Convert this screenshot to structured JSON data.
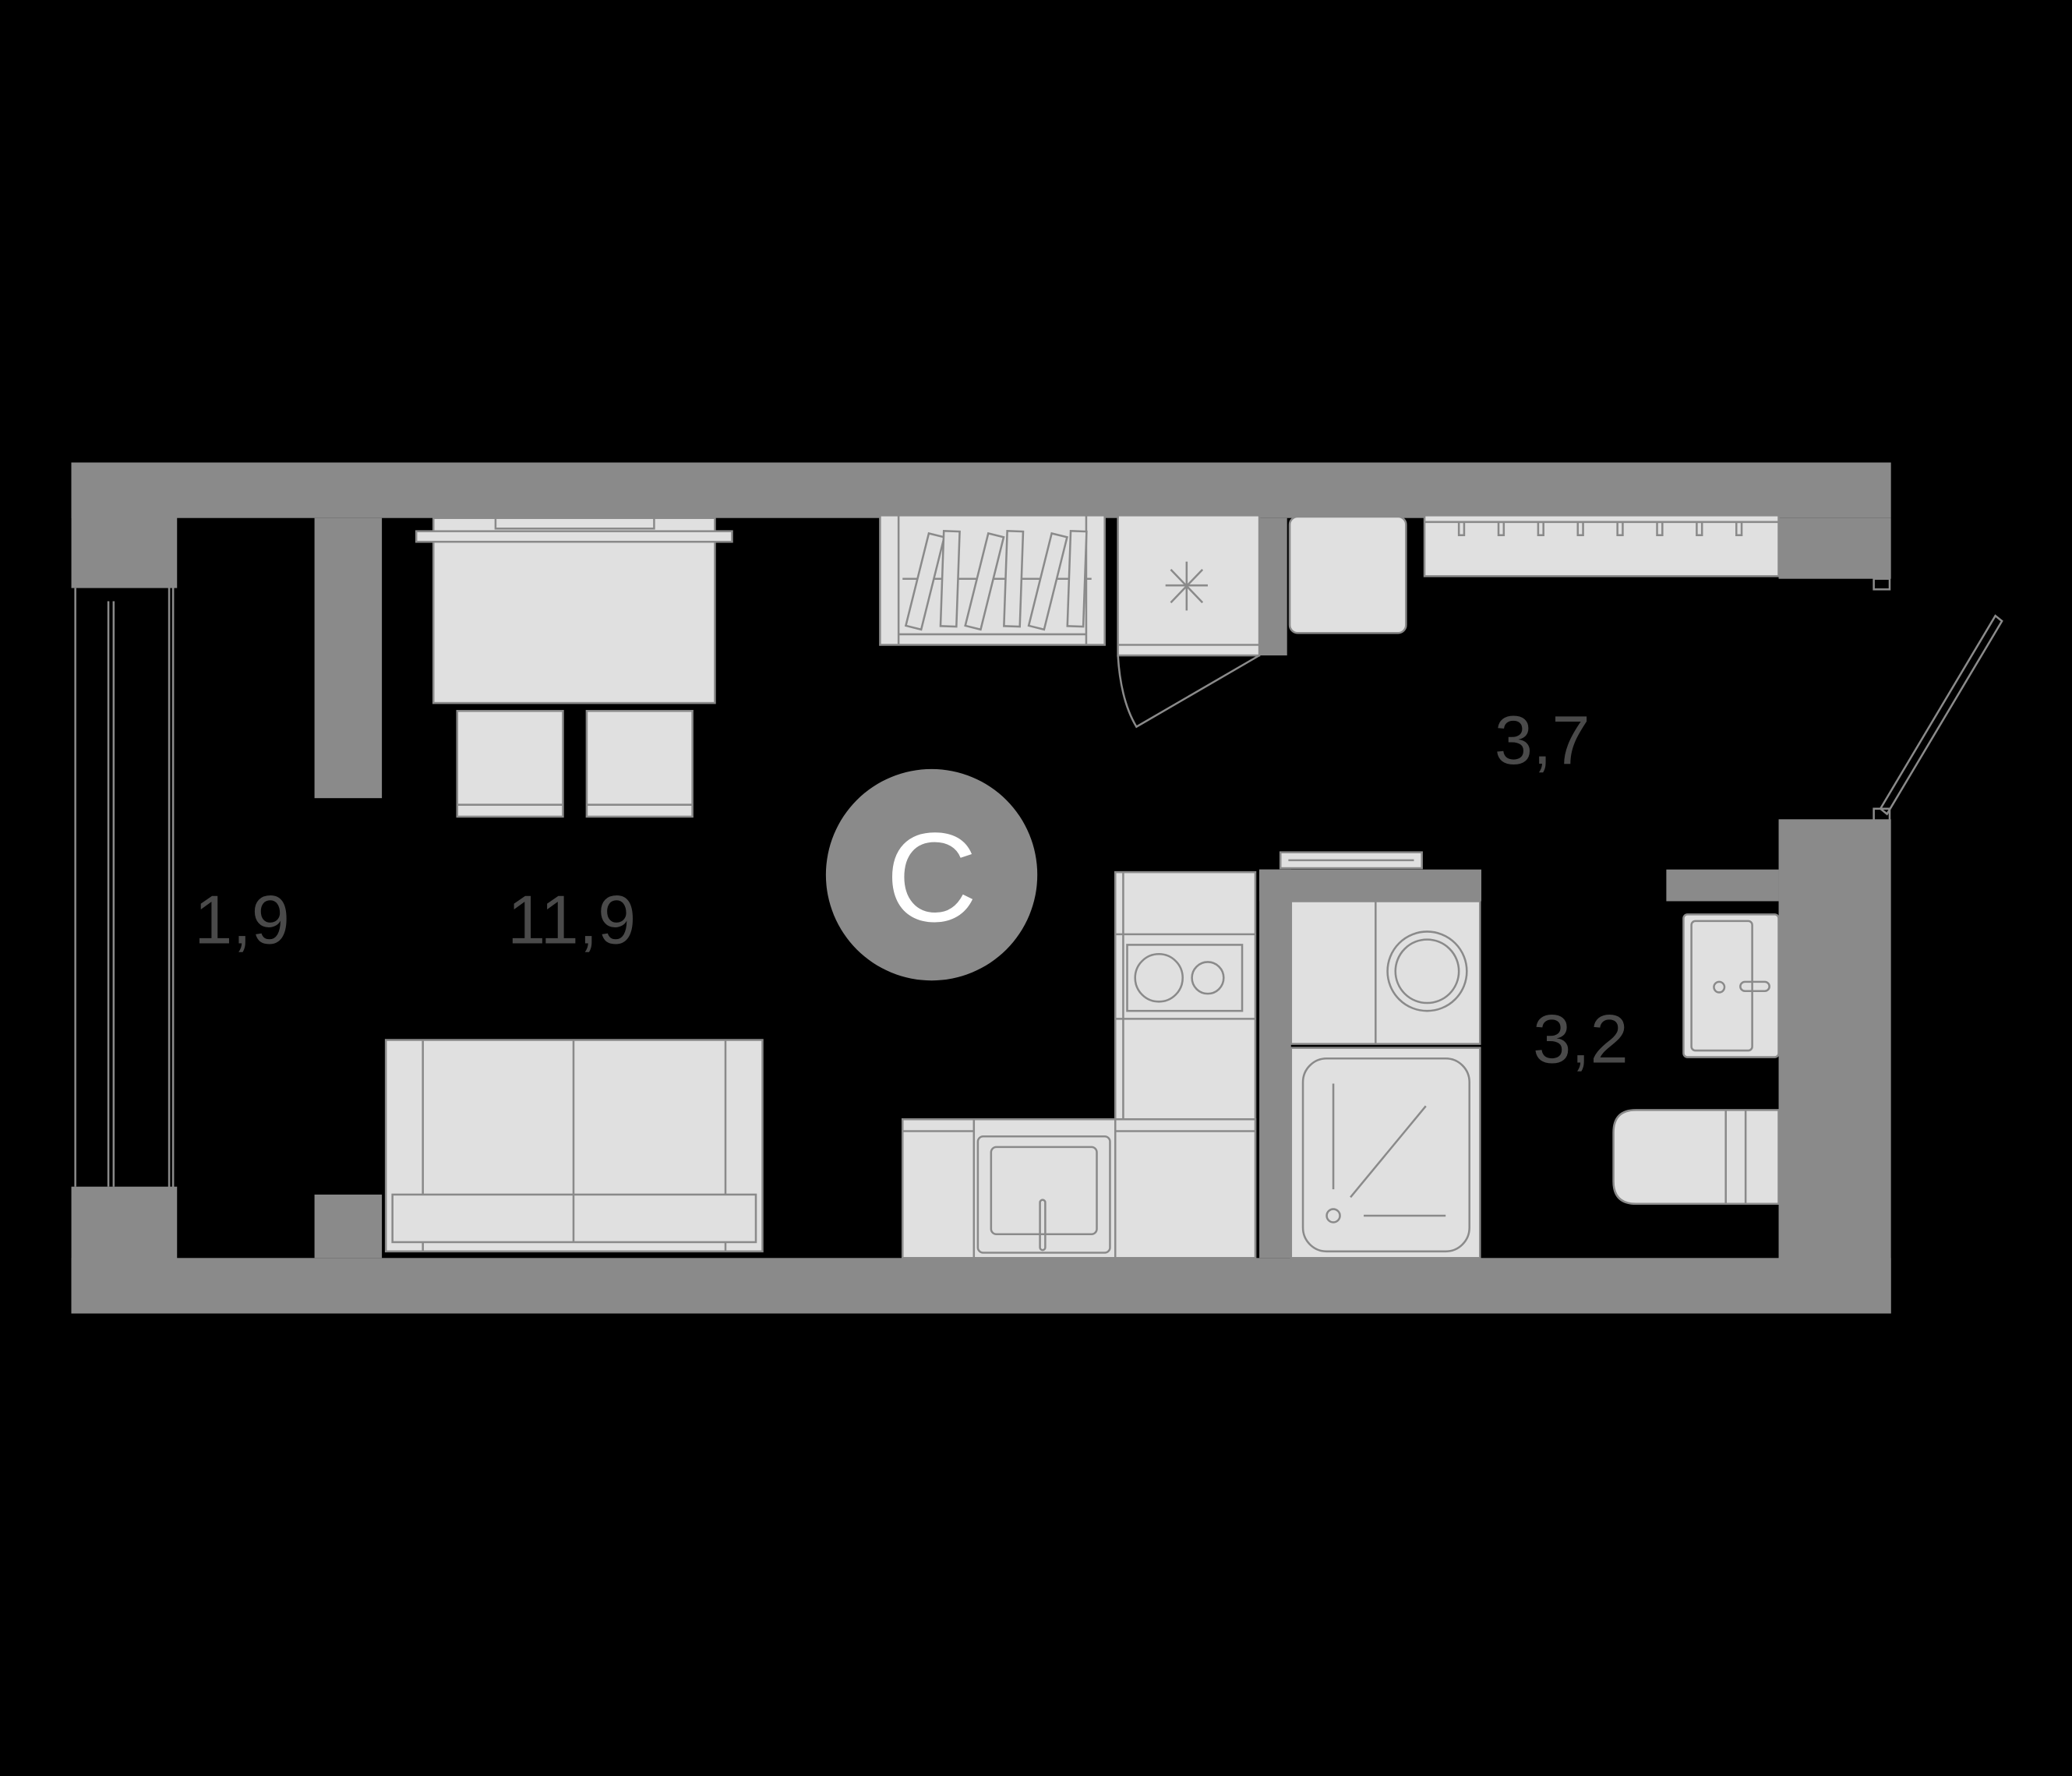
{
  "plan": {
    "type_badge": "C",
    "rooms": [
      {
        "id": "balcony",
        "area": "1,9"
      },
      {
        "id": "living",
        "area": "11,9"
      },
      {
        "id": "hallway",
        "area": "3,7"
      },
      {
        "id": "bathroom",
        "area": "3,2"
      }
    ],
    "colors": {
      "background": "#000000",
      "wall": "#8a8a8a",
      "furniture": "#e0e0e0",
      "furniture_stroke": "#8a8a8a",
      "label": "#4a4a4a",
      "badge_text": "#ffffff"
    },
    "furniture": [
      "desk",
      "chair",
      "chair",
      "bookshelf",
      "fridge",
      "cabinet",
      "coat-rack",
      "sofa",
      "stove",
      "kitchen-sink",
      "washing-machine",
      "shower",
      "bathroom-sink",
      "toilet",
      "radiator",
      "entrance-door"
    ]
  }
}
